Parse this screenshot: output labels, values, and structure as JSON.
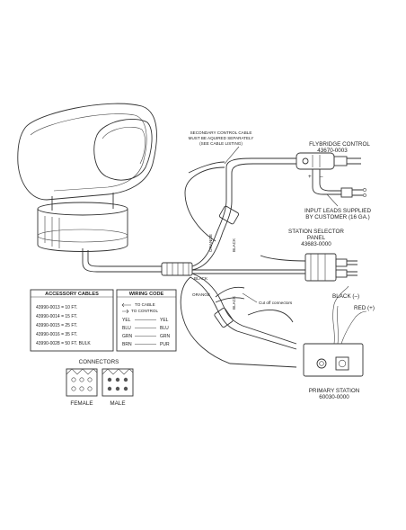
{
  "labels": {
    "secondary_cable": [
      "SECONDARY CONTROL CABLE",
      "MUST BE AQUIRED SEPARATELY",
      "(SEE CABLE LISTING)"
    ],
    "flybridge": [
      "FLYBRIDGE CONTROL",
      "43670-0003"
    ],
    "input_leads": [
      "INPUT LEADS SUPPLIED",
      "BY CUSTOMER (16 GA.)"
    ],
    "station_selector": [
      "STATION SELECTOR",
      "PANEL",
      "43683-0000"
    ],
    "cut_off": "Cut off connectors",
    "black_neg": "BLACK (–)",
    "red_pos": "RED (+)",
    "primary_station": [
      "PRIMARY STATION",
      "60030-0000"
    ],
    "connectors": "CONNECTORS",
    "female": "FEMALE",
    "male": "MALE",
    "wire_orange": "ORANGE",
    "wire_black": "BLACK"
  },
  "accessory_cables": {
    "title": "ACCESSORY CABLES",
    "items": [
      "43990-0013 = 10 FT.",
      "43990-0014 = 15 FT.",
      "43990-0015 = 25 FT.",
      "43990-0016 = 35 FT.",
      "43990-0028 = 50 FT. BULK"
    ]
  },
  "wiring_code": {
    "title": "WIRING CODE",
    "cable_label": "TO CABLE",
    "control_label": "TO CONTROL",
    "rows": [
      {
        "left": "YEL",
        "right": "YEL"
      },
      {
        "left": "BLU",
        "right": "BLU"
      },
      {
        "left": "GRN",
        "right": "GRN"
      },
      {
        "left": "BRN",
        "right": "PUR"
      }
    ]
  },
  "panel_marks": {
    "plus": "+",
    "minus": "–"
  }
}
